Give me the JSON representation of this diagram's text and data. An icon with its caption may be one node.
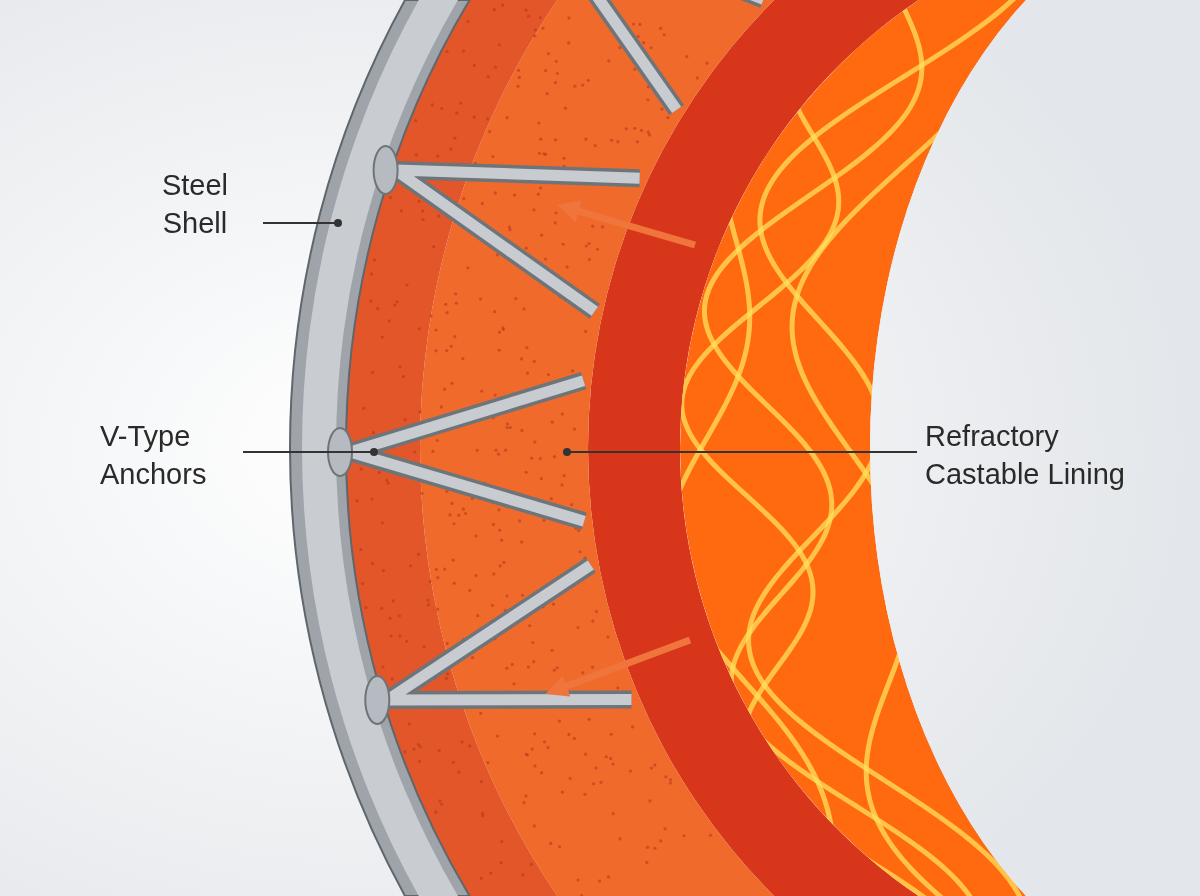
{
  "diagram": {
    "nodes": [
      {
        "text": [
          "Steel Shell"
        ]
      },
      {
        "text": [],
        "shape": "picture"
      },
      {
        "text": [
          "V-Type Anchors"
        ]
      },
      {
        "text": [],
        "shape": "picture"
      },
      {
        "text": [
          "Refractory Castable Lining"
        ]
      },
      {
        "text": [],
        "shape": "picture"
      }
    ],
    "edges": [
      {
        "from": 0,
        "to": 1,
        "arrow": "other"
      },
      {
        "from": 2,
        "to": 3,
        "arrow": "other"
      },
      {
        "from": 4,
        "to": 5,
        "arrow": "other"
      }
    ]
  }
}
